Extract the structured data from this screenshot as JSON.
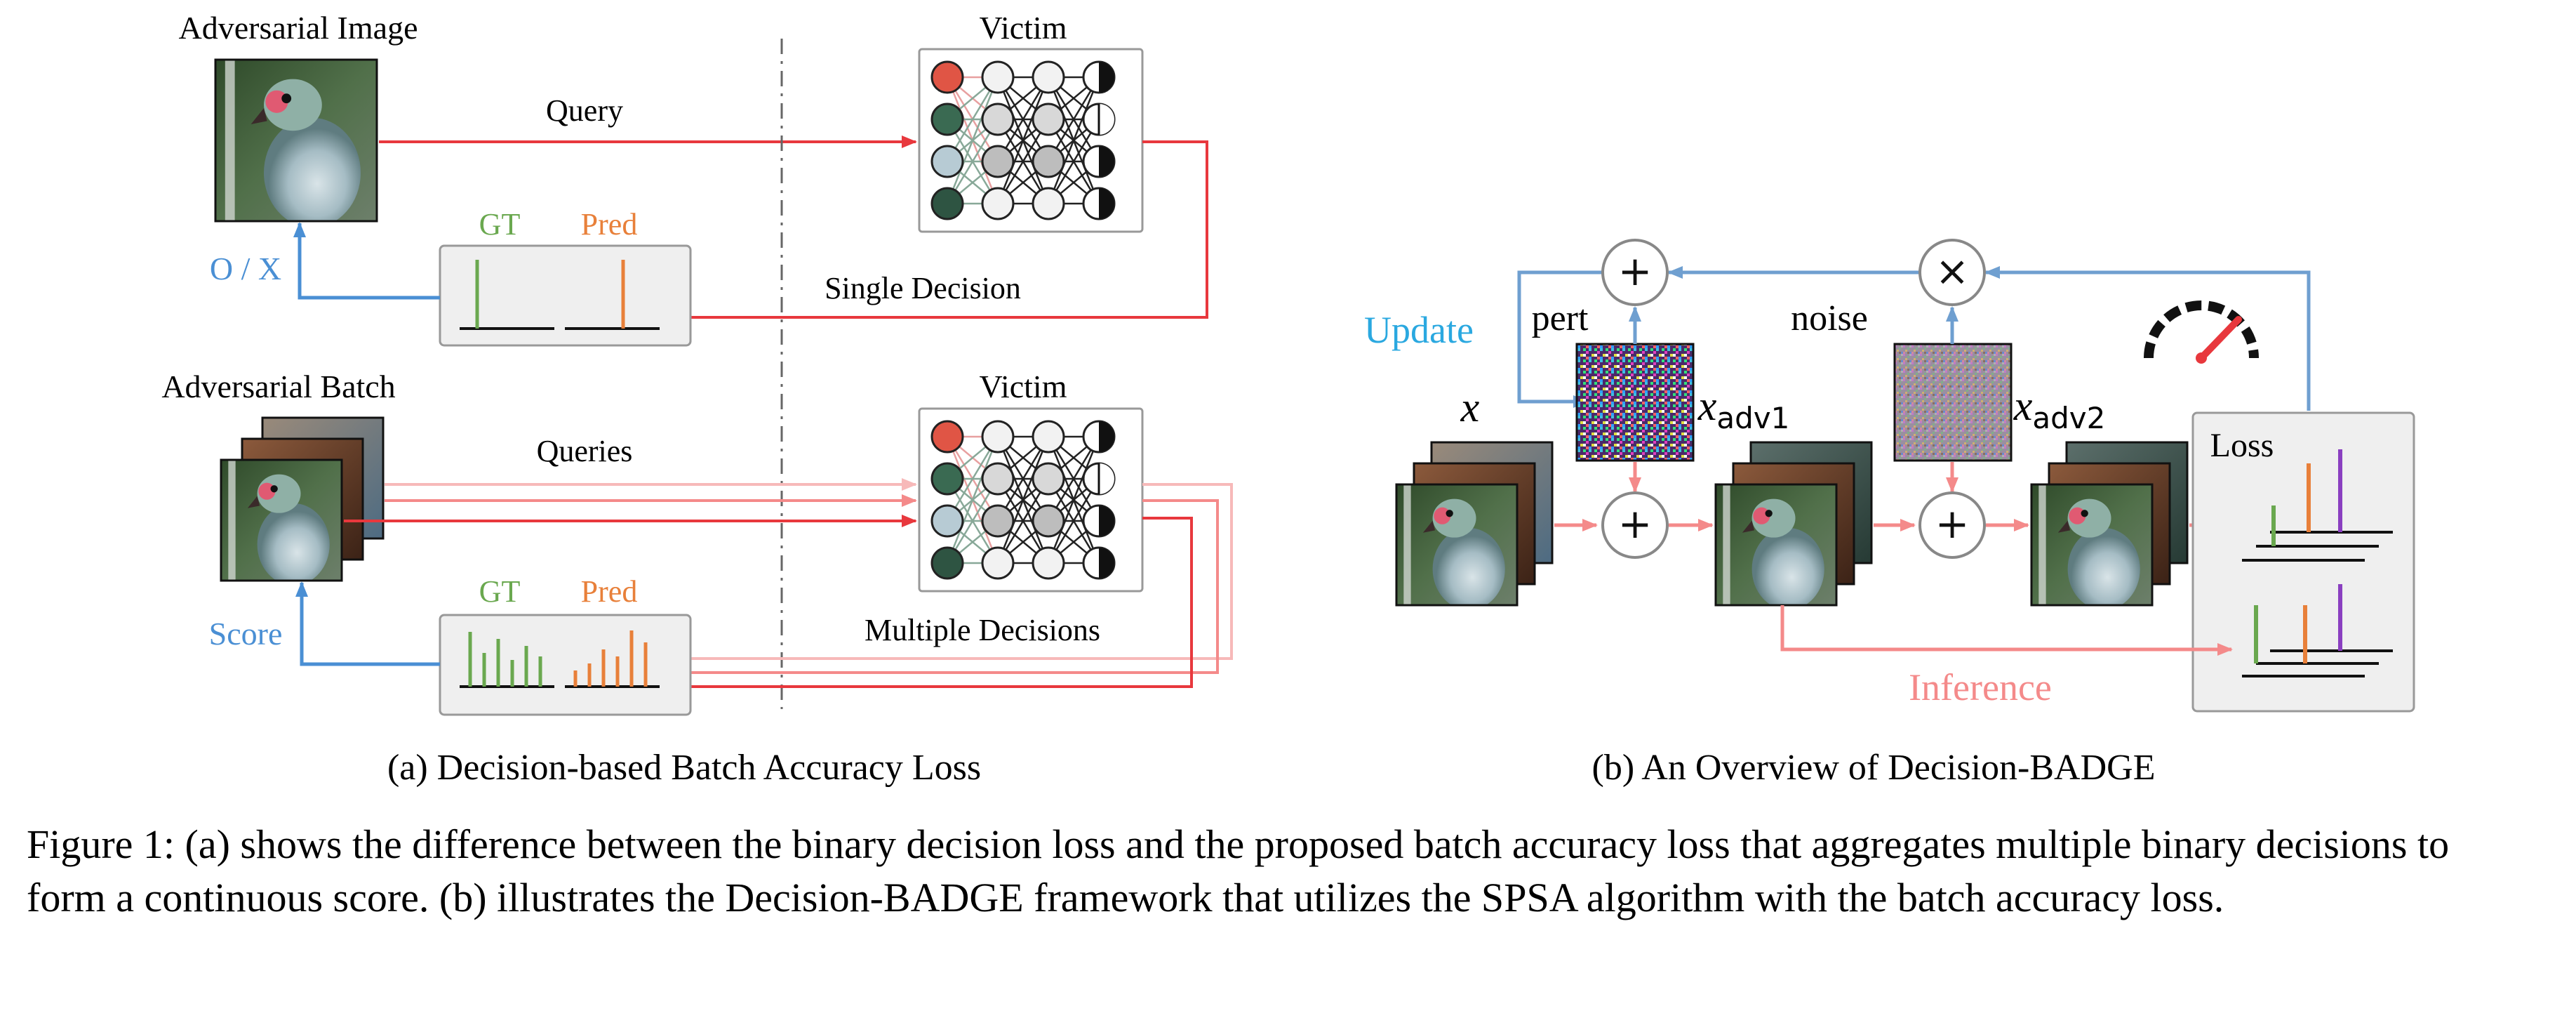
{
  "panel_a": {
    "adversarial_image_label": "Adversarial Image",
    "victim_label_top": "Victim",
    "query_label": "Query",
    "gt_label_top": "GT",
    "pred_label_top": "Pred",
    "ox_label": "O / X",
    "single_decision_label": "Single Decision",
    "adversarial_batch_label": "Adversarial Batch",
    "victim_label_bottom": "Victim",
    "queries_label": "Queries",
    "gt_label_bottom": "GT",
    "pred_label_bottom": "Pred",
    "score_label": "Score",
    "multiple_decisions_label": "Multiple Decisions",
    "subcaption": "(a) Decision-based Batch Accuracy Loss"
  },
  "panel_b": {
    "update_label": "Update",
    "pert_label": "pert",
    "noise_label": "noise",
    "x_label": "x",
    "xadv1_base": "x",
    "xadv1_sub": "adv1",
    "xadv2_base": "x",
    "xadv2_sub": "adv2",
    "loss_label": "Loss",
    "inference_label": "Inference",
    "plus_symbol": "+",
    "times_symbol": "×",
    "subcaption": "(b) An Overview of Decision-BADGE"
  },
  "caption": "Figure 1: (a) shows the difference between the binary decision loss and the proposed batch accuracy loss that aggregates multiple binary decisions to form a continuous score. (b) illustrates the Decision-BADGE framework that utilizes the SPSA algorithm with the batch accuracy loss.",
  "colors": {
    "red": "#e8383d",
    "light_red": "#f48a8a",
    "blue": "#4a8fd4",
    "cyan": "#2aa8e0",
    "green": "#6aa84f",
    "orange": "#e8803a",
    "purple": "#8a3fc0",
    "gray_box": "#efefef",
    "border": "#999999"
  }
}
